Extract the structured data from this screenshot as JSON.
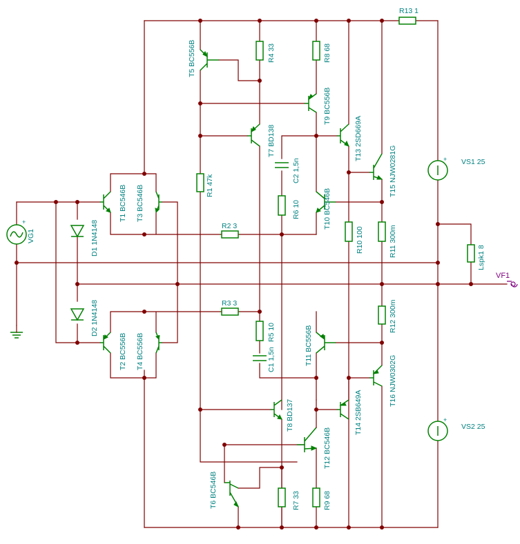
{
  "components": {
    "T1": "T1 BC546B",
    "T2": "T2 BC556B",
    "T3": "T3 BC546B",
    "T4": "T4 BC556B",
    "T5": "T5 BC556B",
    "T6": "T6 BC546B",
    "T7": "T7 BD138",
    "T8": "T8 BD137",
    "T9": "T9 BC556B",
    "T10": "T10 BC546B",
    "T11": "T11 BC556B",
    "T12": "T12 BC546B",
    "T13": "T13 2SD669A",
    "T14": "T14 2SB649A",
    "T15": "T15 NJW0281G",
    "T16": "T16 NJW0302G",
    "R1": "R1 47k",
    "R2": "R2 3",
    "R3": "R3 3",
    "R4": "R4 33",
    "R5": "R5 10",
    "R6": "R6 10",
    "R7": "R7 33",
    "R8": "R8 68",
    "R9": "R9 68",
    "R10": "R10 100",
    "R11": "R11 300m",
    "R12": "R12 300m",
    "R13": "R13 1",
    "C1": "C1 1,5n",
    "C2": "C2 1,5n",
    "D1": "D1 1N4148",
    "D2": "D2 1N4148",
    "VS1": "VS1 25",
    "VS2": "VS2 25",
    "VG1": "VG1",
    "LSPK": "Lspk1 8",
    "VF1": "VF1"
  },
  "source_polarity": "+",
  "colors": {
    "wire": "#800000",
    "device": "#008000",
    "label": "#008080",
    "probe": "#800080"
  }
}
